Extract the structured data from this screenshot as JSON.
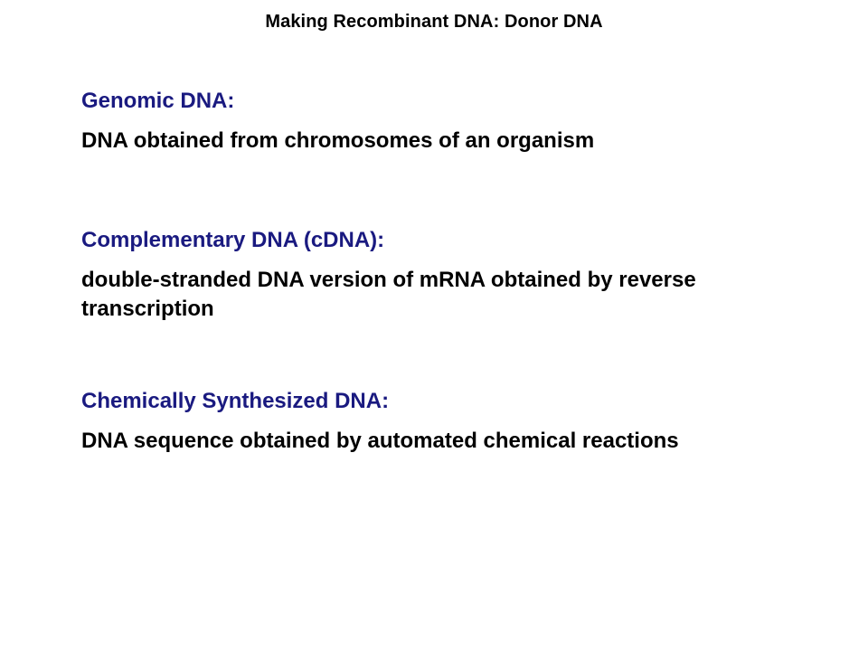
{
  "slide": {
    "title": "Making Recombinant DNA: Donor DNA"
  },
  "colors": {
    "term": "#1a1a80",
    "definition": "#000000",
    "background": "#ffffff"
  },
  "sections": [
    {
      "term": "Genomic DNA:",
      "definition": "DNA obtained from chromosomes of an organism"
    },
    {
      "term": "Complementary DNA (cDNA):",
      "definition": "double-stranded DNA version of mRNA obtained by reverse transcription"
    },
    {
      "term": "Chemically Synthesized DNA:",
      "definition": "DNA sequence obtained by automated chemical reactions"
    }
  ]
}
